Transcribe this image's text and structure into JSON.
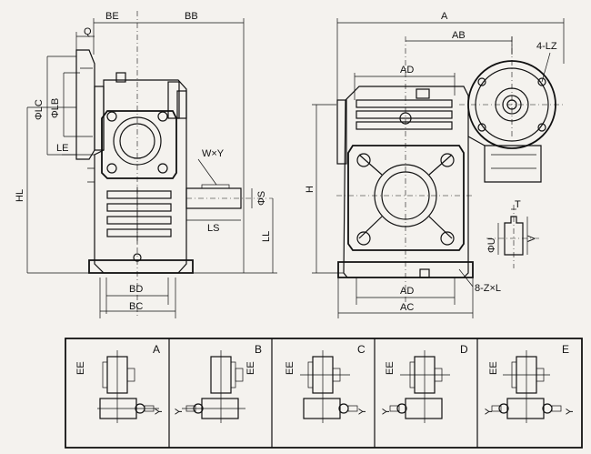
{
  "dimensions": {
    "BE": "BE",
    "BB": "BB",
    "Q": "Q",
    "PHI_LC": "ΦLC",
    "PHI_LB": "ΦLB",
    "LE": "LE",
    "HL": "HL",
    "WxY": "W×Y",
    "PHI_S": "ΦS",
    "LS": "LS",
    "LL": "LL",
    "BD": "BD",
    "BC": "BC",
    "A": "A",
    "AB": "AB",
    "LZ": "4-LZ",
    "AD_top": "AD",
    "H": "H",
    "T": "T",
    "PHI_U": "ΦU",
    "V": "V",
    "AD_bottom": "AD",
    "AC": "AC",
    "ZxL": "8-Z×L"
  },
  "mount_panels": [
    {
      "letter": "A"
    },
    {
      "letter": "B"
    },
    {
      "letter": "C"
    },
    {
      "letter": "D"
    },
    {
      "letter": "E"
    }
  ]
}
